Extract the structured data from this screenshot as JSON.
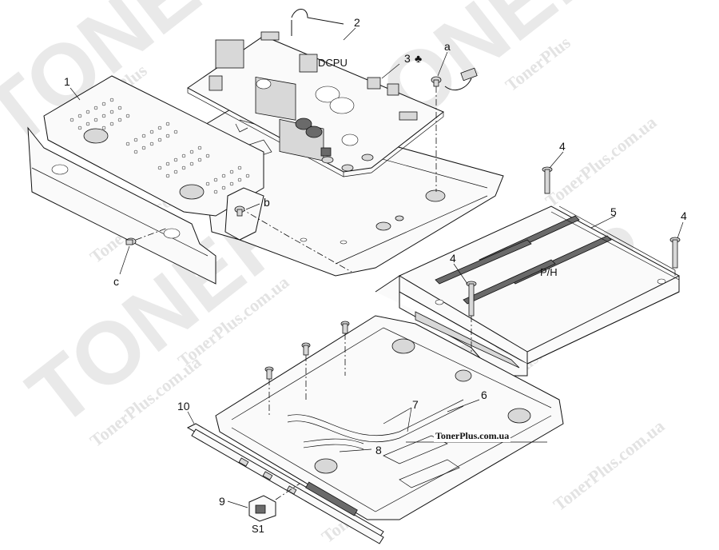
{
  "watermark": {
    "brand_text": "TONER",
    "site_text": "TonerPlus.com.ua",
    "brand_short": "TonerPlus"
  },
  "diagram": {
    "site_label": "TonerPlus.com.ua",
    "callouts": {
      "c1": "1",
      "c2": "2",
      "c3": "3",
      "club": "♣",
      "ca": "a",
      "c4a": "4",
      "c4b": "4",
      "c4c": "4",
      "c5": "5",
      "cb": "b",
      "cc": "c",
      "c6": "6",
      "c7": "7",
      "c8": "8",
      "c9": "9",
      "c10": "10",
      "s1": "S1",
      "dcpu": "DCPU",
      "ph": "P/H"
    }
  }
}
